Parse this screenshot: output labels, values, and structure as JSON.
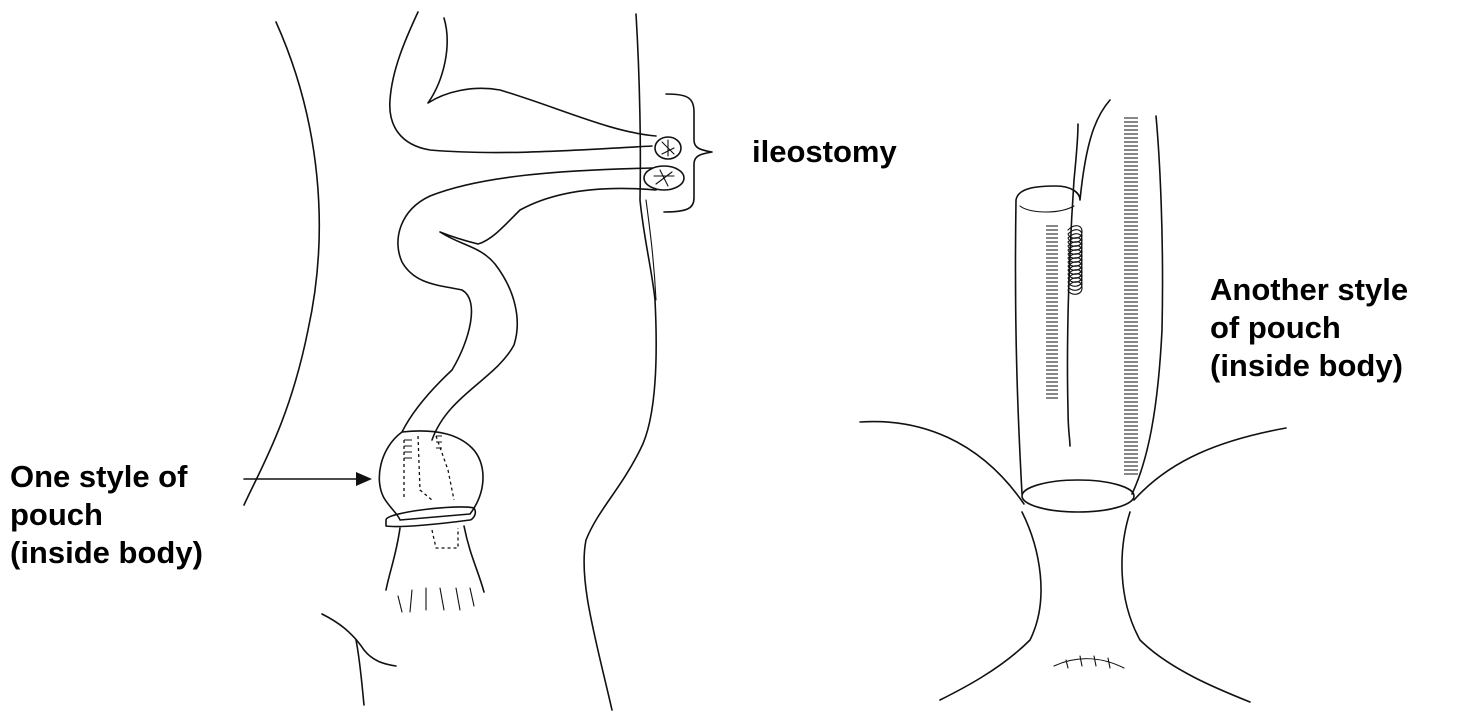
{
  "labels": {
    "ileostomy": "ileostomy",
    "one_style": [
      "One style of",
      "pouch",
      "(inside body)"
    ],
    "another_style": [
      "Another style",
      "of pouch",
      "(inside body)"
    ]
  },
  "colors": {
    "ink": "#111111",
    "background": "#ffffff"
  }
}
